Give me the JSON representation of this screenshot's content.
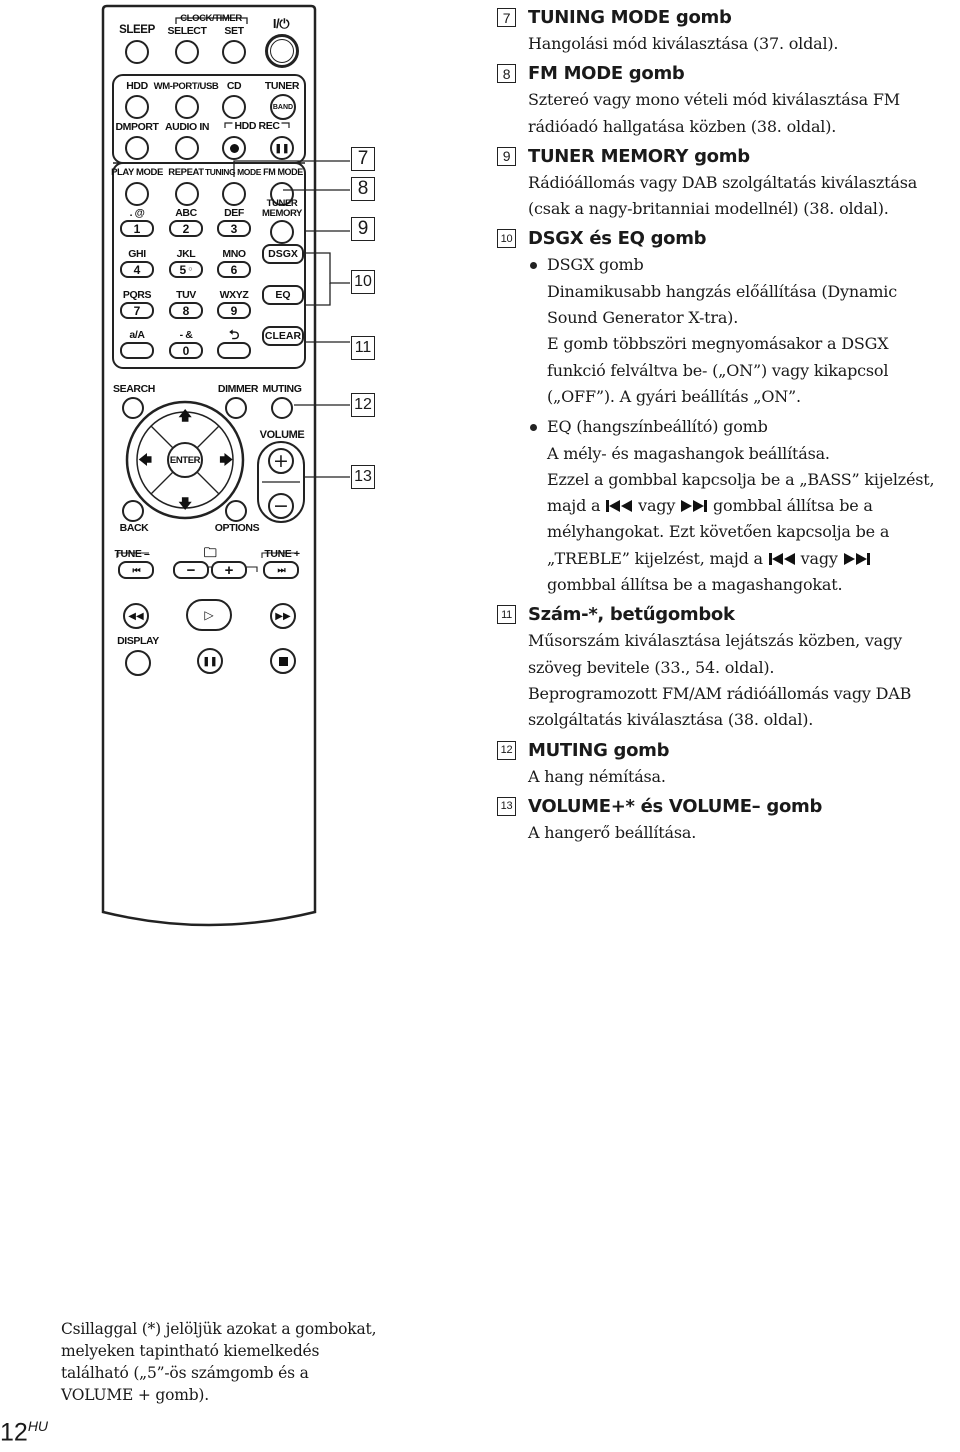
{
  "remote": {
    "labels": {
      "sleep": "SLEEP",
      "clock_timer": "CLOCK/TIMER",
      "select": "SELECT",
      "set": "SET",
      "power": "I/⏻",
      "hdd": "HDD",
      "wm_port": "WM-PORT/USB",
      "cd": "CD",
      "tuner": "TUNER",
      "band": "BAND",
      "dmport": "DMPORT",
      "audio_in": "AUDIO IN",
      "hdd_rec": "HDD REC",
      "play_mode": "PLAY MODE",
      "repeat": "REPEAT",
      "tuning_mode": "TUNING MODE",
      "fm_mode": "FM MODE",
      "tuner_memory": "TUNER MEMORY",
      "dsgx": "DSGX",
      "eq": "EQ",
      "clear": "CLEAR",
      "search": "SEARCH",
      "dimmer": "DIMMER",
      "muting": "MUTING",
      "volume": "VOLUME",
      "enter": "ENTER",
      "back": "BACK",
      "options": "OPTIONS",
      "tune_minus": "TUNE –",
      "tune_plus": "TUNE +",
      "display": "DISPLAY"
    },
    "keypad": [
      {
        "letters": ". @",
        "digit": "1"
      },
      {
        "letters": "ABC",
        "digit": "2"
      },
      {
        "letters": "DEF",
        "digit": "3"
      },
      {
        "letters": "GHI",
        "digit": "4"
      },
      {
        "letters": "JKL",
        "digit": "5"
      },
      {
        "letters": "MNO",
        "digit": "6"
      },
      {
        "letters": "PQRS",
        "digit": "7"
      },
      {
        "letters": "TUV",
        "digit": "8"
      },
      {
        "letters": "WXYZ",
        "digit": "9"
      },
      {
        "letters": "a/A",
        "digit": ""
      },
      {
        "letters": "- &",
        "digit": "0"
      }
    ],
    "callouts": [
      "7",
      "8",
      "9",
      "10",
      "11",
      "12",
      "13"
    ]
  },
  "entries": {
    "e7": {
      "num": "7",
      "title": "TUNING MODE gomb",
      "lines": [
        "Hangolási mód kiválasztása (37. oldal)."
      ]
    },
    "e8": {
      "num": "8",
      "title": "FM MODE gomb",
      "lines": [
        "Sztereó vagy mono vételi mód kiválasztása FM",
        "rádióadó hallgatása közben (38. oldal)."
      ]
    },
    "e9": {
      "num": "9",
      "title": "TUNER MEMORY gomb",
      "lines": [
        "Rádióállomás vagy DAB szolgáltatás kiválasztása",
        "(csak a nagy-britanniai modellnél) (38. oldal)."
      ]
    },
    "e10": {
      "num": "10",
      "title": "DSGX és EQ gomb",
      "b1_title": "DSGX gomb",
      "b1_lines": [
        "Dinamikusabb hangzás előállítása (Dynamic",
        "Sound Generator X-tra).",
        "E gomb többszöri megnyomásakor a DSGX",
        "funkció felváltva be- („ON”) vagy kikapcsol",
        "(„OFF”). A gyári beállítás „ON”."
      ],
      "b2_title": "EQ (hangszínbeállító) gomb",
      "b2_l1": "A mély- és magashangok beállítása.",
      "b2_l2": "Ezzel a gombbal kapcsolja be a „BASS” kijelzést,",
      "b2_l3a": "majd a",
      "b2_l3b": "vagy",
      "b2_l3c": "gombbal állítsa be a",
      "b2_l4": "mélyhangokat. Ezt követően kapcsolja be a",
      "b2_l5a": "„TREBLE” kijelzést, majd a",
      "b2_l5b": "vagy",
      "b2_l6": "gombbal állítsa be a magashangokat."
    },
    "e11": {
      "num": "11",
      "title": "Szám-*, betűgombok",
      "lines": [
        "Műsorszám kiválasztása lejátszás közben, vagy",
        "szöveg bevitele (33., 54. oldal).",
        "Beprogramozott FM/AM rádióállomás vagy DAB",
        "szolgáltatás kiválasztása (38. oldal)."
      ]
    },
    "e12": {
      "num": "12",
      "title": "MUTING gomb",
      "lines": [
        "A hang némítása."
      ]
    },
    "e13": {
      "num": "13",
      "title": "VOLUME+* és VOLUME– gomb",
      "lines": [
        "A hangerő beállítása."
      ]
    }
  },
  "footnote": [
    "Csillaggal (*) jelöljük azokat a gombokat,",
    "melyeken tapintható kiemelkedés",
    "található („5”-ös számgomb és a",
    "VOLUME + gomb)."
  ],
  "page": {
    "number": "12",
    "lang": "HU"
  }
}
